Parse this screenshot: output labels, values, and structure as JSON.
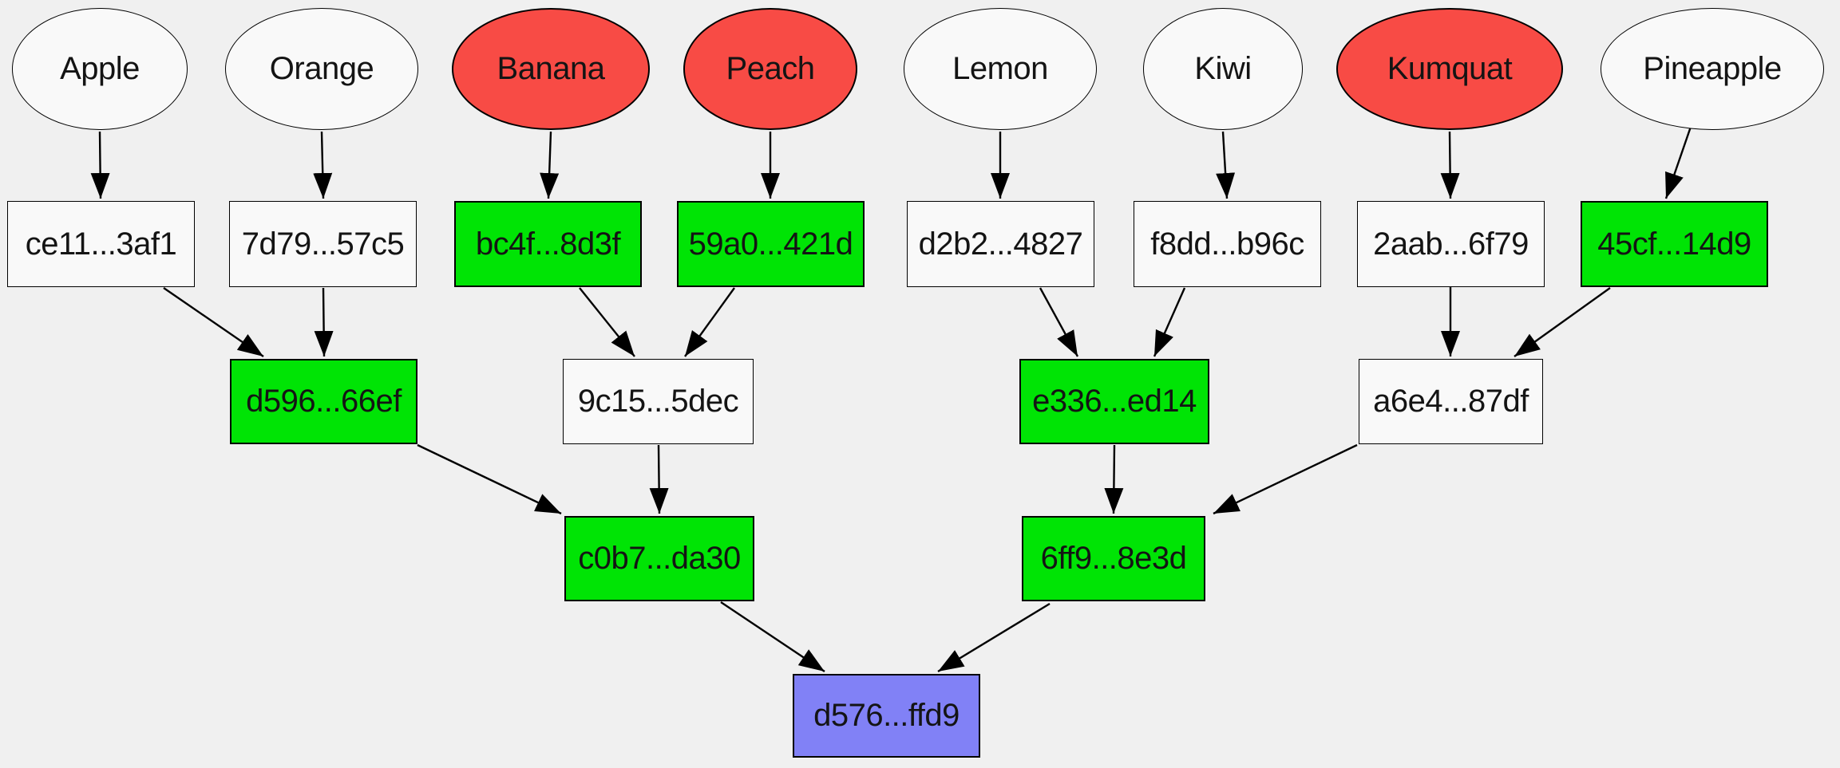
{
  "diagram": {
    "description": "merkle-tree of fruit values hashing up to a root",
    "background": "#f0f0f0"
  },
  "colors": {
    "background": "#f0f0f0",
    "white": "#f9f9f9",
    "red": "#f84b45",
    "green": "#00e405",
    "purple": "#8181f6",
    "stroke": "#000000"
  },
  "nodes": [
    {
      "id": "apple",
      "label": "Apple",
      "shape": "ellipse",
      "fill": "white"
    },
    {
      "id": "orange",
      "label": "Orange",
      "shape": "ellipse",
      "fill": "white"
    },
    {
      "id": "banana",
      "label": "Banana",
      "shape": "ellipse",
      "fill": "red"
    },
    {
      "id": "peach",
      "label": "Peach",
      "shape": "ellipse",
      "fill": "red"
    },
    {
      "id": "lemon",
      "label": "Lemon",
      "shape": "ellipse",
      "fill": "white"
    },
    {
      "id": "kiwi",
      "label": "Kiwi",
      "shape": "ellipse",
      "fill": "white"
    },
    {
      "id": "kumquat",
      "label": "Kumquat",
      "shape": "ellipse",
      "fill": "red"
    },
    {
      "id": "pineapple",
      "label": "Pineapple",
      "shape": "ellipse",
      "fill": "white"
    },
    {
      "id": "hash-ce11",
      "label": "ce11...3af1",
      "shape": "box",
      "fill": "white"
    },
    {
      "id": "hash-7d79",
      "label": "7d79...57c5",
      "shape": "box",
      "fill": "white"
    },
    {
      "id": "hash-bc4f",
      "label": "bc4f...8d3f",
      "shape": "box",
      "fill": "green"
    },
    {
      "id": "hash-59a0",
      "label": "59a0...421d",
      "shape": "box",
      "fill": "green"
    },
    {
      "id": "hash-d2b2",
      "label": "d2b2...4827",
      "shape": "box",
      "fill": "white"
    },
    {
      "id": "hash-f8dd",
      "label": "f8dd...b96c",
      "shape": "box",
      "fill": "white"
    },
    {
      "id": "hash-2aab",
      "label": "2aab...6f79",
      "shape": "box",
      "fill": "white"
    },
    {
      "id": "hash-45cf",
      "label": "45cf...14d9",
      "shape": "box",
      "fill": "green"
    },
    {
      "id": "hash-d596",
      "label": "d596...66ef",
      "shape": "box",
      "fill": "green"
    },
    {
      "id": "hash-9c15",
      "label": "9c15...5dec",
      "shape": "box",
      "fill": "white"
    },
    {
      "id": "hash-e336",
      "label": "e336...ed14",
      "shape": "box",
      "fill": "green"
    },
    {
      "id": "hash-a6e4",
      "label": "a6e4...87df",
      "shape": "box",
      "fill": "white"
    },
    {
      "id": "hash-c0b7",
      "label": "c0b7...da30",
      "shape": "box",
      "fill": "green"
    },
    {
      "id": "hash-6ff9",
      "label": "6ff9...8e3d",
      "shape": "box",
      "fill": "green"
    },
    {
      "id": "hash-d576",
      "label": "d576...ffd9",
      "shape": "box",
      "fill": "purple"
    }
  ],
  "edges": [
    {
      "from": "apple",
      "to": "hash-ce11"
    },
    {
      "from": "orange",
      "to": "hash-7d79"
    },
    {
      "from": "banana",
      "to": "hash-bc4f"
    },
    {
      "from": "peach",
      "to": "hash-59a0"
    },
    {
      "from": "lemon",
      "to": "hash-d2b2"
    },
    {
      "from": "kiwi",
      "to": "hash-f8dd"
    },
    {
      "from": "kumquat",
      "to": "hash-2aab"
    },
    {
      "from": "pineapple",
      "to": "hash-45cf"
    },
    {
      "from": "hash-ce11",
      "to": "hash-d596"
    },
    {
      "from": "hash-7d79",
      "to": "hash-d596"
    },
    {
      "from": "hash-bc4f",
      "to": "hash-9c15"
    },
    {
      "from": "hash-59a0",
      "to": "hash-9c15"
    },
    {
      "from": "hash-d2b2",
      "to": "hash-e336"
    },
    {
      "from": "hash-f8dd",
      "to": "hash-e336"
    },
    {
      "from": "hash-2aab",
      "to": "hash-a6e4"
    },
    {
      "from": "hash-45cf",
      "to": "hash-a6e4"
    },
    {
      "from": "hash-d596",
      "to": "hash-c0b7"
    },
    {
      "from": "hash-9c15",
      "to": "hash-c0b7"
    },
    {
      "from": "hash-e336",
      "to": "hash-6ff9"
    },
    {
      "from": "hash-a6e4",
      "to": "hash-6ff9"
    },
    {
      "from": "hash-c0b7",
      "to": "hash-d576"
    },
    {
      "from": "hash-6ff9",
      "to": "hash-d576"
    }
  ]
}
